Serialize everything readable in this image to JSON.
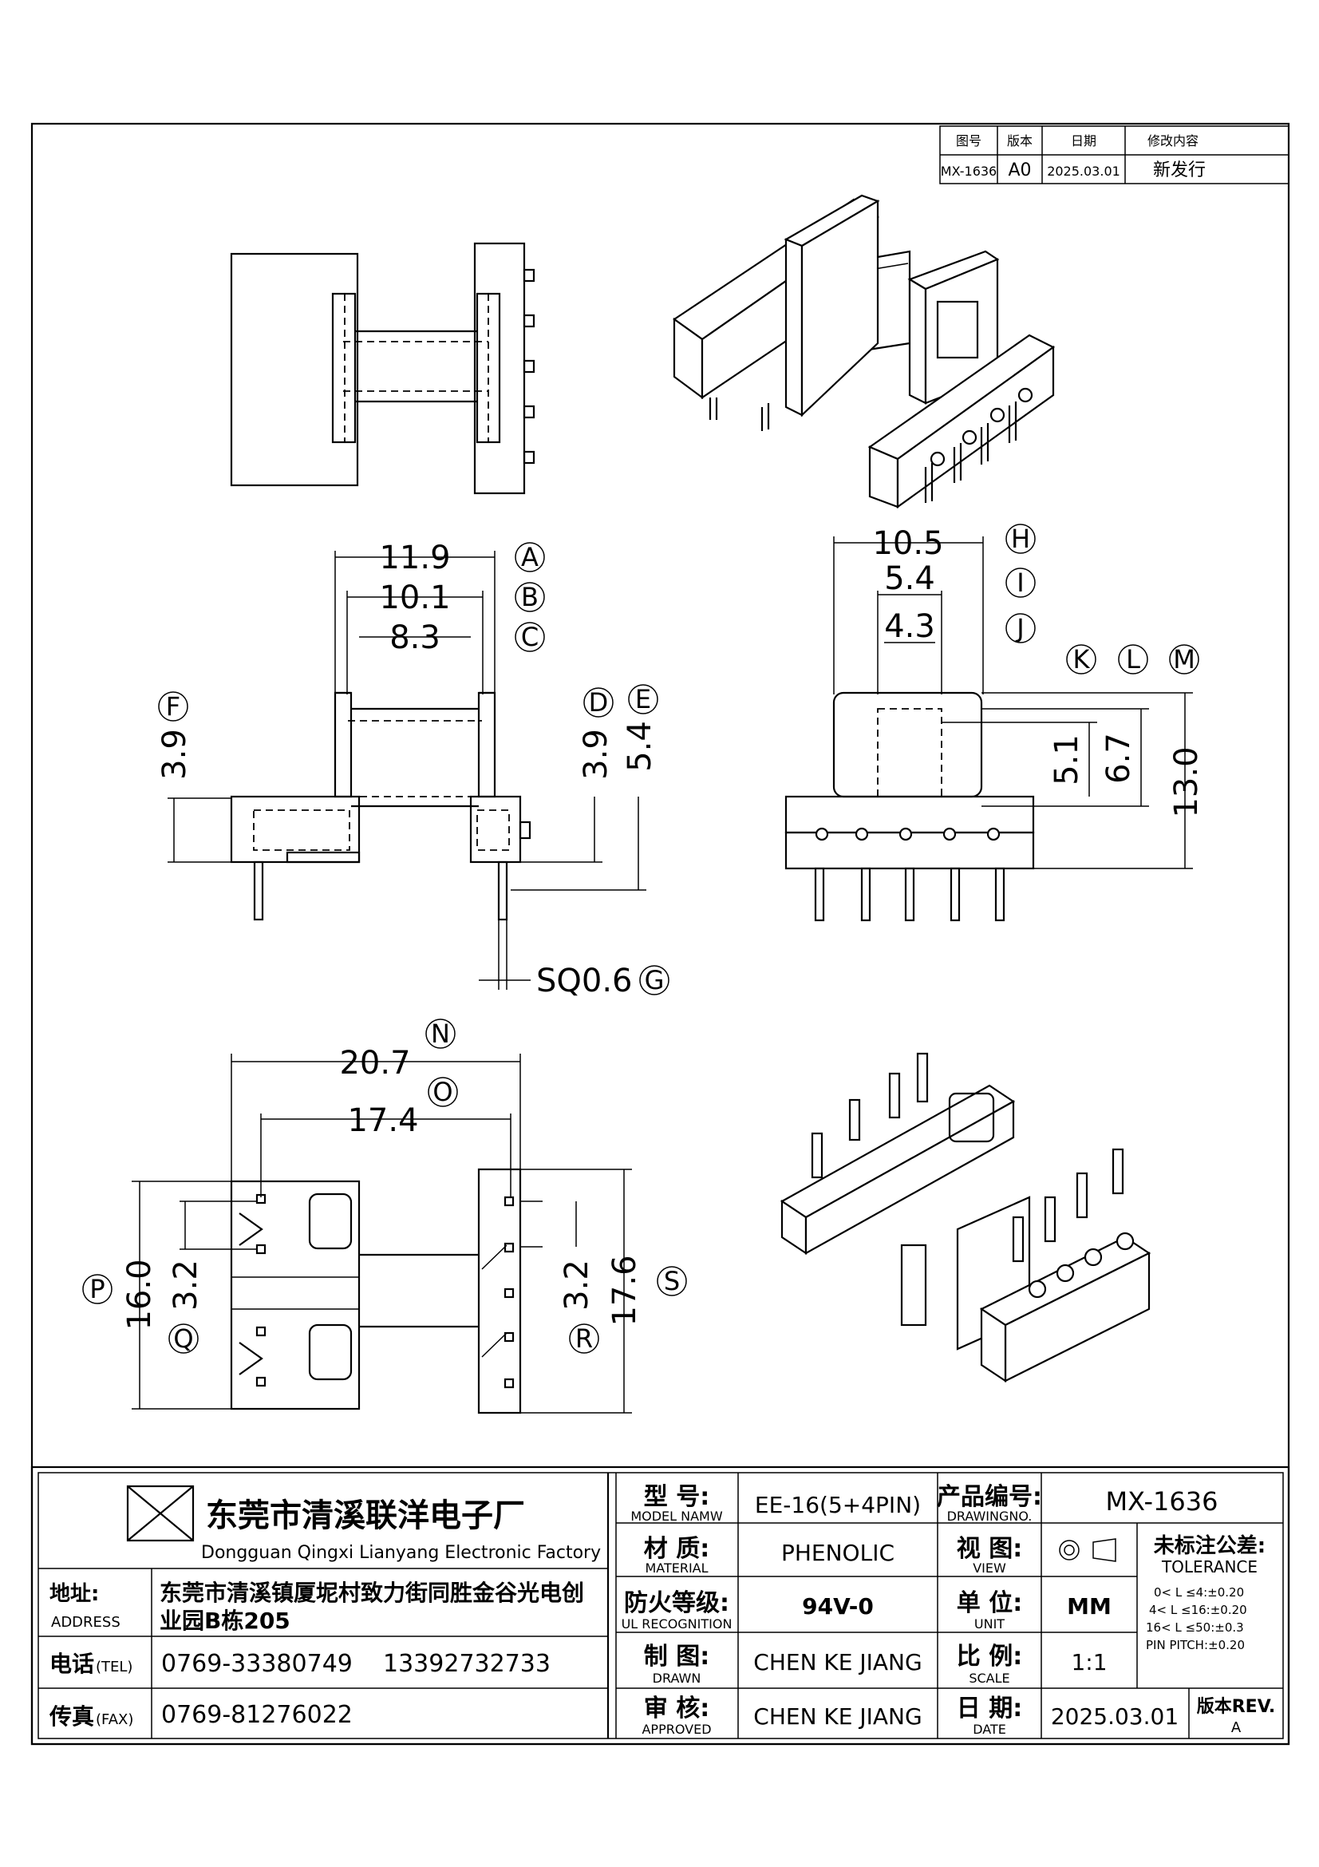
{
  "revision_table": {
    "headers": [
      "图号",
      "版本",
      "日期",
      "修改内容"
    ],
    "row": [
      "MX-1636",
      "A0",
      "2025.03.01",
      "新发行"
    ]
  },
  "dimensions": {
    "A": "11.9",
    "B": "10.1",
    "C": "8.3",
    "D": "3.9",
    "E": "5.4",
    "F": "3.9",
    "G": "SQ0.6",
    "H": "10.5",
    "I": "5.4",
    "J": "4.3",
    "K": "5.1",
    "L": "6.7",
    "M": "13.0",
    "N": "20.7",
    "O": "17.4",
    "P": "16.0",
    "Q": "3.2",
    "R": "3.2",
    "S": "17.6"
  },
  "callouts": [
    "A",
    "B",
    "C",
    "D",
    "E",
    "F",
    "G",
    "H",
    "I",
    "J",
    "K",
    "L",
    "M",
    "N",
    "O",
    "P",
    "Q",
    "R",
    "S"
  ],
  "title_block": {
    "company_cn": "东莞市清溪联洋电子厂",
    "company_en": "Dongguan Qingxi Lianyang Electronic Factory",
    "address_label": "地址:",
    "address_label_en": "ADDRESS",
    "address_line1": "东莞市清溪镇厦坭村致力街同胜金谷光电创",
    "address_line2": "业园B栋205",
    "tel_label": "电话",
    "tel_label_en": "(TEL)",
    "tel_value": "0769-33380749    13392732733",
    "fax_label": "传真",
    "fax_label_en": "(FAX)",
    "fax_value": "0769-81276022",
    "model_label": "型  号:",
    "model_label_en": "MODEL NAMW",
    "model_value": "EE-16(5+4PIN)",
    "material_label": "材  质:",
    "material_label_en": "MATERIAL",
    "material_value": "PHENOLIC",
    "ul_label": "防火等级:",
    "ul_label_en": "UL RECOGNITION",
    "ul_value": "94V-0",
    "drawn_label": "制  图:",
    "drawn_label_en": "DRAWN",
    "drawn_value": "CHEN KE JIANG",
    "approved_label": "审  核:",
    "approved_label_en": "APPROVED",
    "approved_value": "CHEN KE JIANG",
    "drawing_no_label": "产品编号:",
    "drawing_no_label_en": "DRAWINGNO.",
    "drawing_no_value": "MX-1636",
    "view_label": "视  图:",
    "view_label_en": "VIEW",
    "unit_label": "单  位:",
    "unit_label_en": "UNIT",
    "unit_value": "MM",
    "scale_label": "比  例:",
    "scale_label_en": "SCALE",
    "scale_value": "1:1",
    "date_label": "日  期:",
    "date_label_en": "DATE",
    "date_value": "2025.03.01",
    "tolerance_label": "未标注公差:",
    "tolerance_label_en": "TOLERANCE",
    "tolerance_lines": [
      "0< L ≤4:±0.20",
      "4< L ≤16:±0.20",
      "16< L ≤50:±0.3",
      "PIN PITCH:±0.20"
    ],
    "rev_label": "版本REV.",
    "rev_value": "A"
  }
}
